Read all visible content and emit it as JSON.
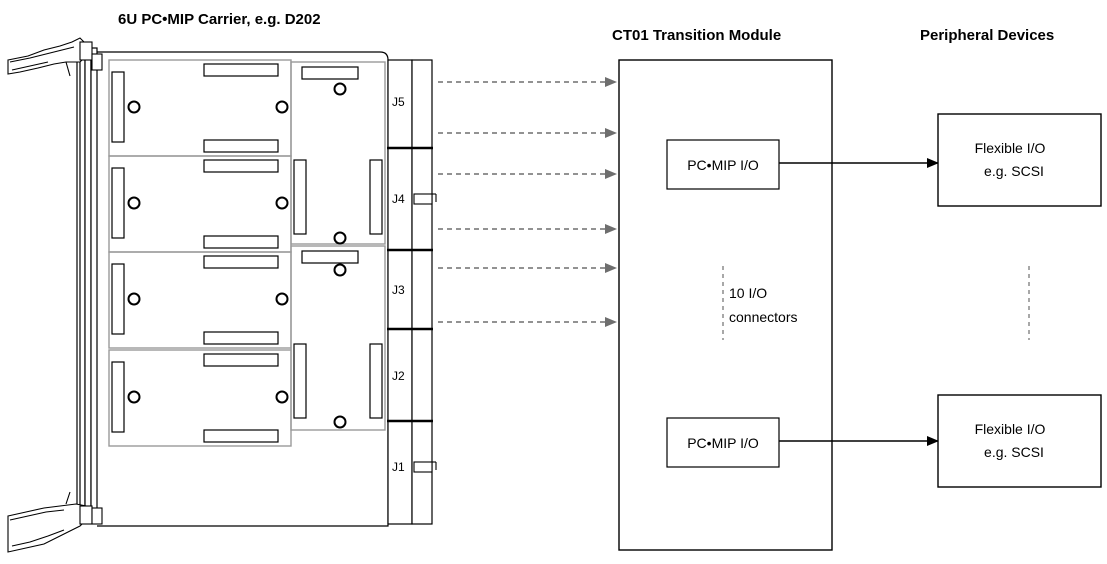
{
  "carrier": {
    "title": "6U PC•MIP Carrier, e.g. D202",
    "connectors": [
      "J5",
      "J4",
      "J3",
      "J2",
      "J1"
    ]
  },
  "transition_module": {
    "title": "CT01 Transition Module",
    "io_label": "PC•MIP I/O",
    "note_line1": "10 I/O",
    "note_line2": "connectors"
  },
  "peripherals": {
    "title": "Peripheral Devices",
    "device_line1": "Flexible I/O",
    "device_line2": "e.g. SCSI"
  },
  "colors": {
    "outline": "#000000",
    "module_outline": "#9a9a9a",
    "dashed_arrow": "#6e6e6e"
  }
}
